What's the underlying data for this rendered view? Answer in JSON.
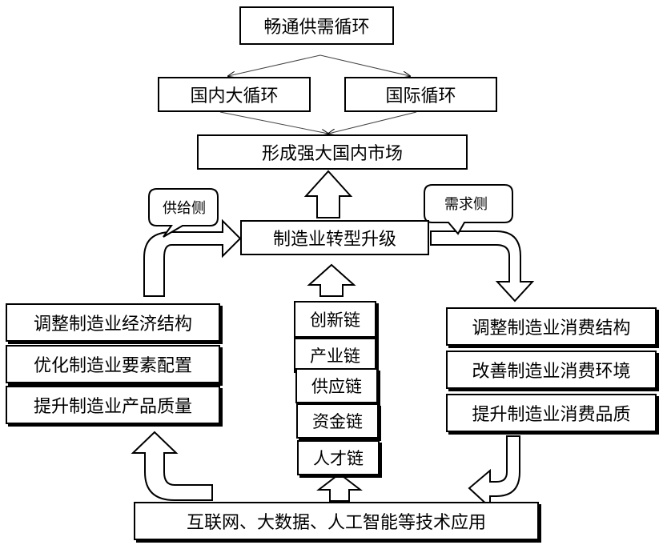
{
  "top": {
    "goal": "畅通供需循环",
    "domestic": "国内大循环",
    "international": "国际循环",
    "market": "形成强大国内市场"
  },
  "center": {
    "core": "制造业转型升级",
    "chains": [
      "创新链",
      "产业链",
      "供应链",
      "资金链",
      "人才链"
    ]
  },
  "supply_side": {
    "label": "供给侧",
    "items": [
      "调整制造业经济结构",
      "优化制造业要素配置",
      "提升制造业产品质量"
    ]
  },
  "demand_side": {
    "label": "需求侧",
    "items": [
      "调整制造业消费结构",
      "改善制造业消费环境",
      "提升制造业消费品质"
    ]
  },
  "bottom": {
    "tech": "互联网、大数据、人工智能等技术应用"
  }
}
